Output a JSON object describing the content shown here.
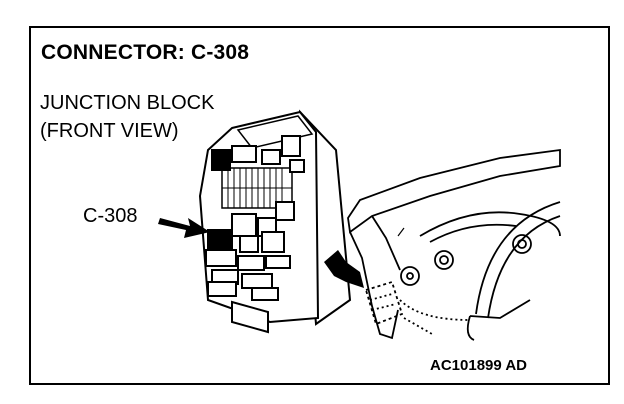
{
  "title": "CONNECTOR: C-308",
  "junction_block": {
    "line1": "JUNCTION BLOCK",
    "line2": "(FRONT VIEW)"
  },
  "connector_label": "C-308",
  "figure_code": "AC101899 AD",
  "icons": {
    "pointer": "arrow-right-icon",
    "locator": "arrow-down-right-icon"
  }
}
